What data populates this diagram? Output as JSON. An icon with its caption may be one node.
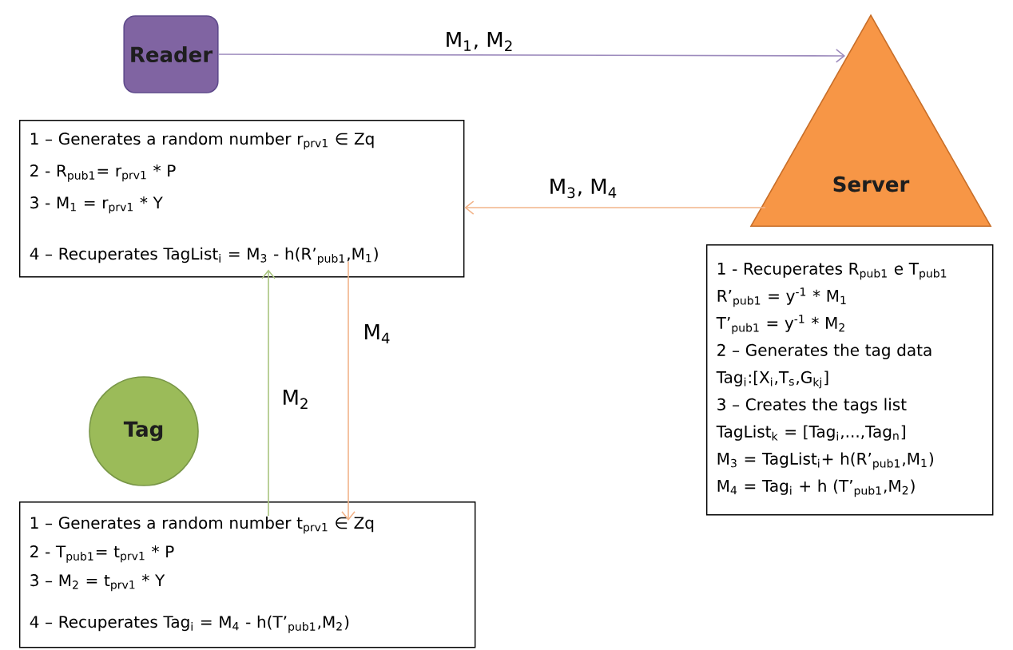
{
  "diagram": {
    "nodes": [
      {
        "text": [
          "Reader"
        ]
      },
      {
        "text": [
          "Server"
        ]
      },
      {
        "text": [
          "1 – Generates a random number r$_{prv1}$ ∈ Zq",
          "2 - R$_{pub1}$= r$_{prv1}$ * P",
          "3 - M$_{1}$ = r$_{prv1}$ * Y",
          "4 – Recuperates TagList$_{i}$ = M$_{3}$ - h(R’$_{pub1}$,M$_{1}$)"
        ]
      },
      {
        "text": [
          "Tag"
        ]
      },
      {
        "text": [
          "1 – Generates a random number t$_{prv1}$ ∈ Zq",
          "2 - T$_{pub1}$= t$_{prv1}$ * P",
          "3 – M$_{2}$ = t$_{prv1}$ * Y",
          "4 – Recuperates Tag$_{i}$ = M$_{4}$ - h(T’$_{pub1}$,M$_{2}$)"
        ]
      },
      {
        "text": [
          "1 - Recuperates R$_{pub1}$ e T$_{pub1}$",
          "R’$_{pub1}$ = y$^{-1}$ * M$_{1}$",
          "T’$_{pub1}$ = y$^{-1}$ * M$_{2}$",
          "2 – Generates the tag data",
          "Tag$_{i}$:[X$_{i}$,T$_{s}$,G$_{kj}$]",
          "3 – Creates the tags list",
          "TagList$_{k}$ = [Tag$_{i}$,...,Tag$_{n}$]",
          "M$_{3}$ = TagList$_{i}$+ h(R’$_{pub1}$,M$_{1}$)",
          "M$_{4}$ = Tag$_{i}$ + h (T’$_{pub1}$,M$_{2}$)"
        ]
      }
    ],
    "edges": [
      {
        "from": 0,
        "to": 1,
        "arrow": "to",
        "label": "M$_{1}$, M$_{2}$",
        "color": "#9d8bbd"
      },
      {
        "from": 1,
        "to": 2,
        "arrow": "to",
        "label": "M$_{3}$, M$_{4}$",
        "color": "#f2b48a"
      },
      {
        "from": 4,
        "to": 2,
        "arrow": "to",
        "label": "M$_{2}$",
        "color": "#a9c47f"
      },
      {
        "from": 2,
        "to": 4,
        "arrow": "to",
        "label": "M$_{4}$",
        "color": "#f2b48a"
      }
    ]
  }
}
